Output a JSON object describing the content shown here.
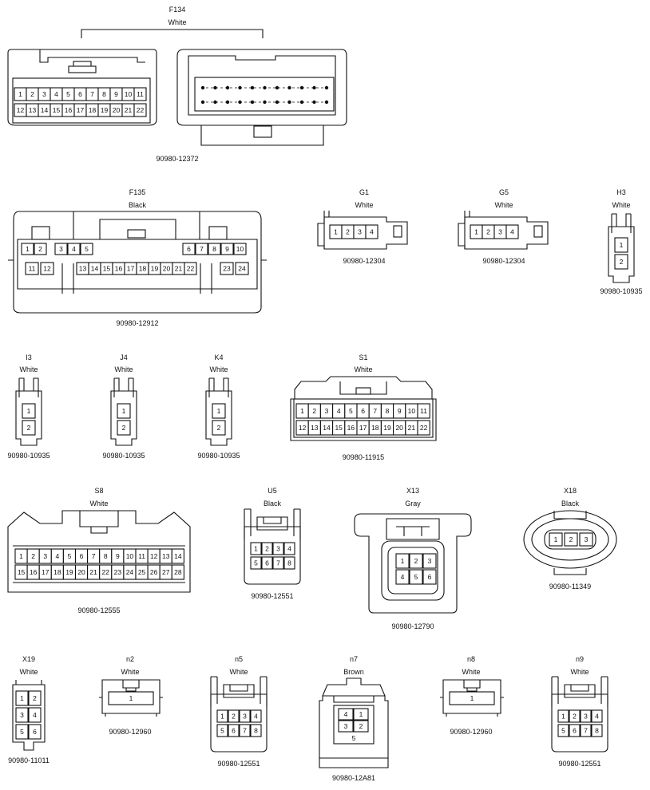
{
  "connectors": [
    {
      "id": "F134",
      "name": "F134",
      "color": "White",
      "part": "90980-12372"
    },
    {
      "id": "F135",
      "name": "F135",
      "color": "Black",
      "part": "90980-12912"
    },
    {
      "id": "G1",
      "name": "G1",
      "color": "White",
      "part": "90980-12304"
    },
    {
      "id": "G5",
      "name": "G5",
      "color": "White",
      "part": "90980-12304"
    },
    {
      "id": "H3",
      "name": "H3",
      "color": "White",
      "part": "90980-10935"
    },
    {
      "id": "I3",
      "name": "I3",
      "color": "White",
      "part": "90980-10935"
    },
    {
      "id": "J4",
      "name": "J4",
      "color": "White",
      "part": "90980-10935"
    },
    {
      "id": "K4",
      "name": "K4",
      "color": "White",
      "part": "90980-10935"
    },
    {
      "id": "S1",
      "name": "S1",
      "color": "White",
      "part": "90980-11915"
    },
    {
      "id": "S8",
      "name": "S8",
      "color": "White",
      "part": "90980-12555"
    },
    {
      "id": "U5",
      "name": "U5",
      "color": "Black",
      "part": "90980-12551"
    },
    {
      "id": "X13",
      "name": "X13",
      "color": "Gray",
      "part": "90980-12790"
    },
    {
      "id": "X18",
      "name": "X18",
      "color": "Black",
      "part": "90980-11349"
    },
    {
      "id": "X19",
      "name": "X19",
      "color": "White",
      "part": "90980-11011"
    },
    {
      "id": "n2",
      "name": "n2",
      "color": "White",
      "part": "90980-12960"
    },
    {
      "id": "n5",
      "name": "n5",
      "color": "White",
      "part": "90980-12551"
    },
    {
      "id": "n7",
      "name": "n7",
      "color": "Brown",
      "part": "90980-12A81"
    },
    {
      "id": "n8",
      "name": "n8",
      "color": "White",
      "part": "90980-12960"
    },
    {
      "id": "n9",
      "name": "n9",
      "color": "White",
      "part": "90980-12551"
    }
  ]
}
